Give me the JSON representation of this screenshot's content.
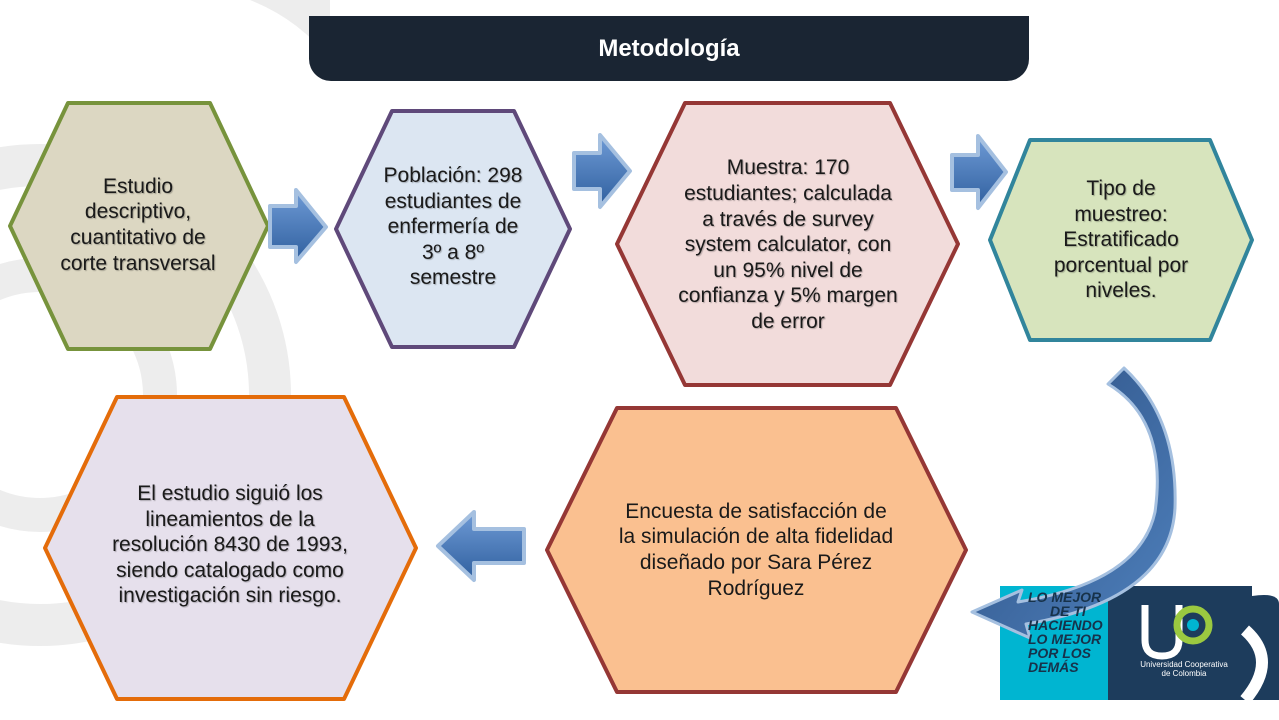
{
  "title": "Metodología",
  "steps": {
    "s1": "Estudio descriptivo, cuantitativo de corte transversal",
    "s2": "Población: 298 estudiantes de enfermería de 3º a 8º semestre",
    "s3": "Muestra: 170 estudiantes; calculada a través de survey system calculator, con un 95% nivel de confianza y 5% margen de error",
    "s4": "Tipo de muestreo: Estratificado porcentual por niveles.",
    "s5": "Encuesta de satisfacción de la simulación de alta fidelidad diseñado por Sara Pérez Rodríguez",
    "s6": "El estudio siguió los lineamientos de la resolución 8430 de 1993, siendo catalogado como investigación sin riesgo."
  },
  "brand": {
    "slogan_1": "LO MEJOR",
    "slogan_2": "DE TI",
    "slogan_3": "HACIENDO",
    "slogan_4": "LO MEJOR",
    "slogan_5": "POR LOS",
    "slogan_6": "DEMÁS",
    "uni_name_1": "Universidad Cooperativa",
    "uni_name_2": "de Colombia"
  },
  "colors": {
    "title_bar": "#1a2533",
    "hex1_fill": "#dcd7c2",
    "hex1_stroke": "#77933c",
    "hex2_fill": "#dce6f2",
    "hex2_stroke": "#5f497a",
    "hex3_fill": "#f2dcdb",
    "hex3_stroke": "#953735",
    "hex4_fill": "#d7e4bd",
    "hex4_stroke": "#31859c",
    "hex5_fill": "#fac090",
    "hex5_stroke": "#953735",
    "hex6_fill": "#e6e0ec",
    "hex6_stroke": "#e46c0a",
    "arrow": "#4f81bd"
  }
}
